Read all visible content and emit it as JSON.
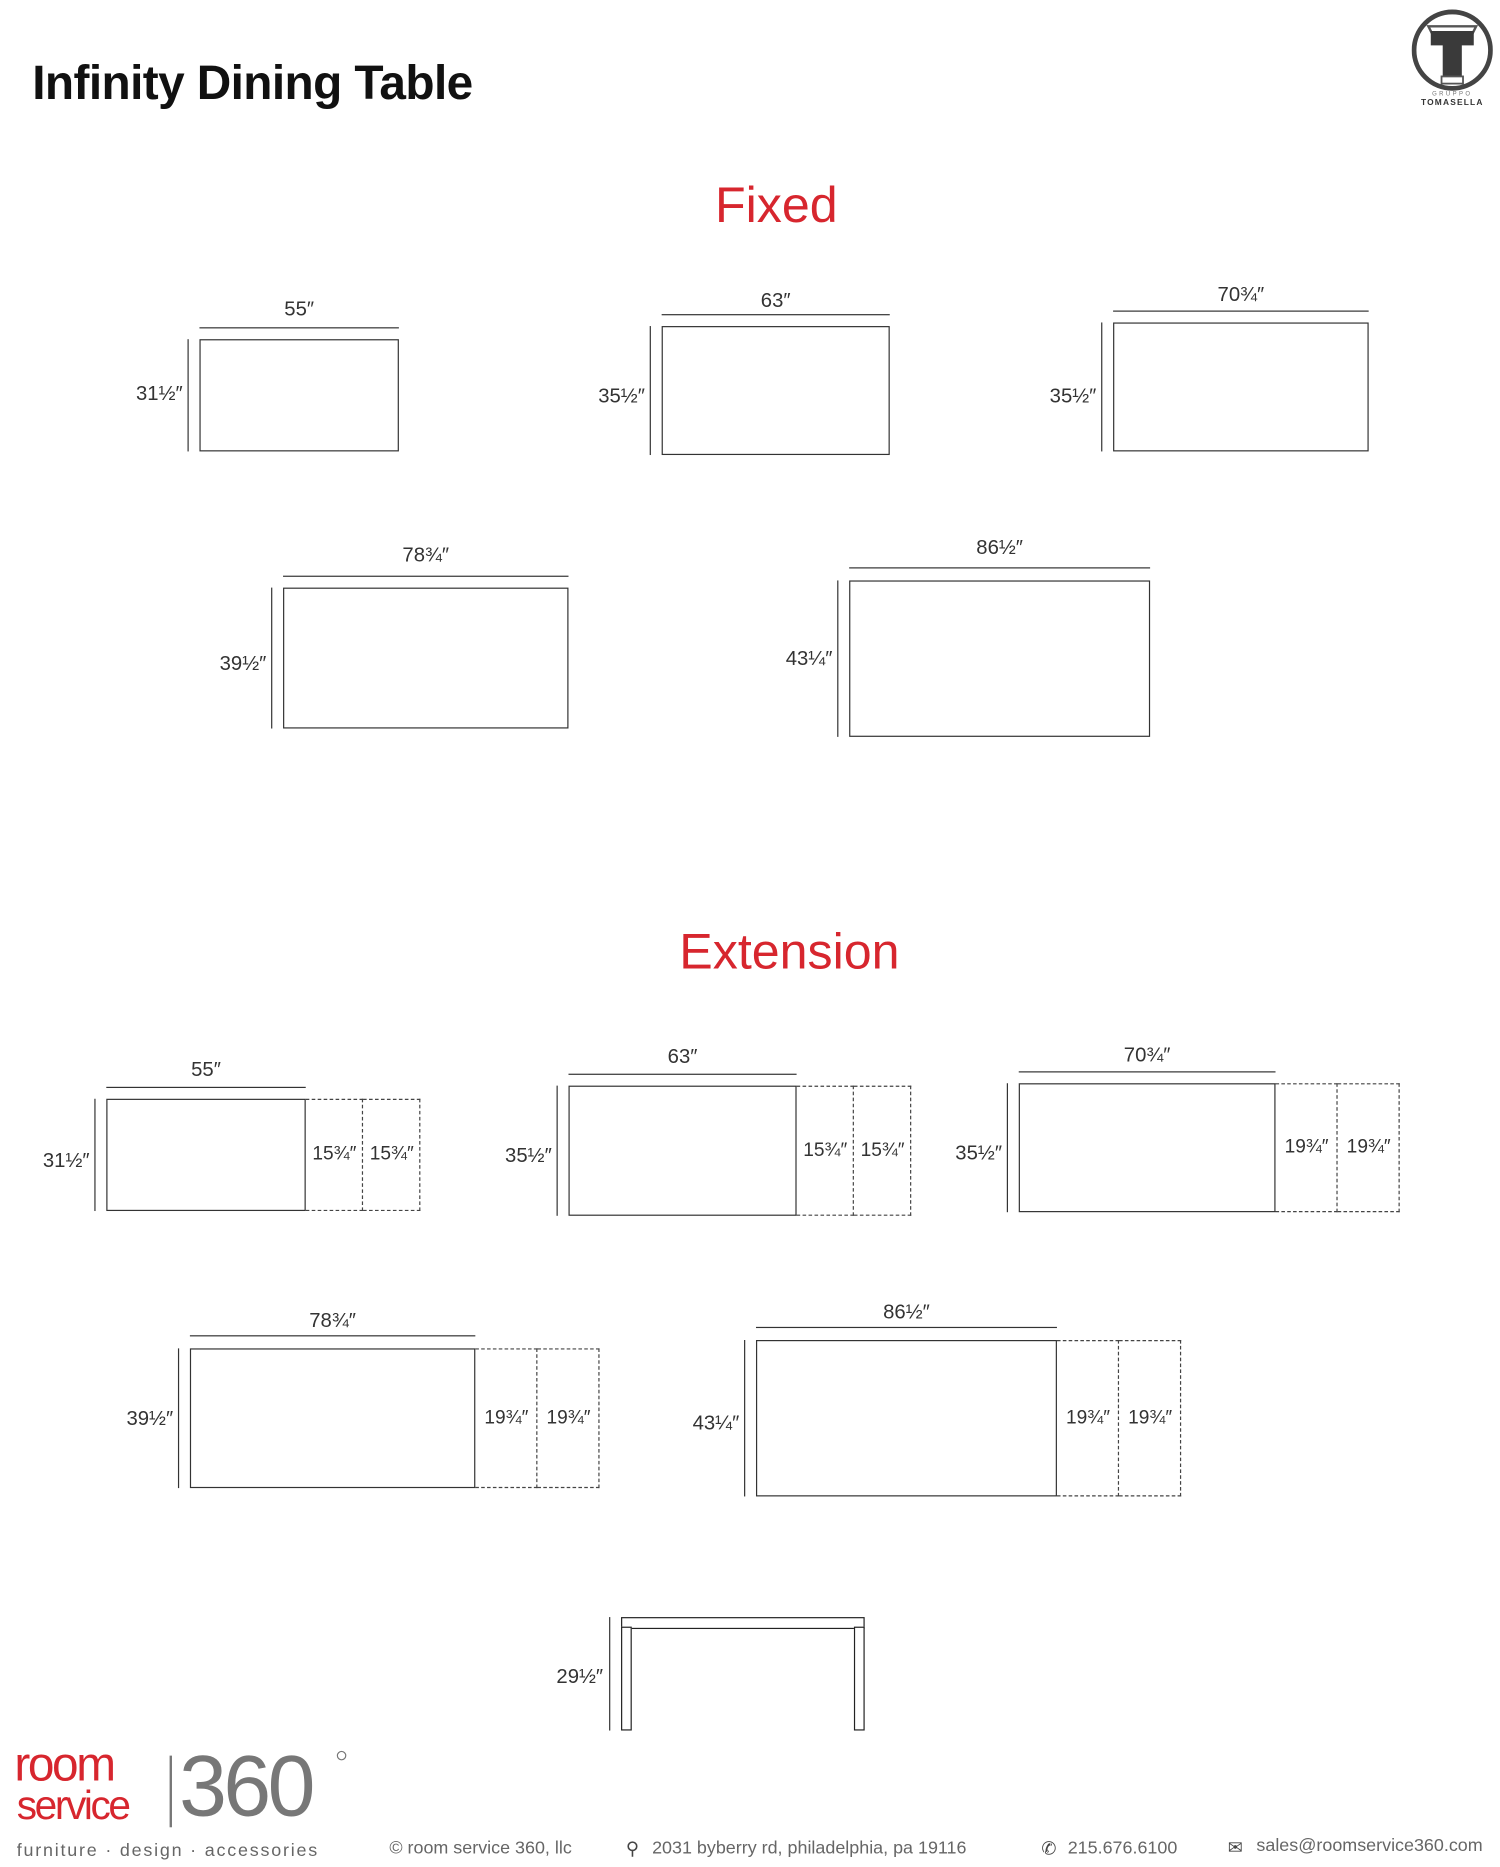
{
  "title": "Infinity Dining Table",
  "brand_logo": {
    "top": "GRUPPO",
    "name": "TOMASELLA",
    "letter": "T"
  },
  "sections": {
    "fixed": "Fixed",
    "extension": "Extension"
  },
  "fixed_tables": [
    {
      "length": "55″",
      "width": "31½″"
    },
    {
      "length": "63″",
      "width": "35½″"
    },
    {
      "length": "70¾″",
      "width": "35½″"
    },
    {
      "length": "78¾″",
      "width": "39½″"
    },
    {
      "length": "86½″",
      "width": "43¼″"
    }
  ],
  "extension_tables": [
    {
      "length": "55″",
      "width": "31½″",
      "extensions": [
        "15¾″",
        "15¾″"
      ]
    },
    {
      "length": "63″",
      "width": "35½″",
      "extensions": [
        "15¾″",
        "15¾″"
      ]
    },
    {
      "length": "70¾″",
      "width": "35½″",
      "extensions": [
        "19¾″",
        "19¾″"
      ]
    },
    {
      "length": "78¾″",
      "width": "39½″",
      "extensions": [
        "19¾″",
        "19¾″"
      ]
    },
    {
      "length": "86½″",
      "width": "43¼″",
      "extensions": [
        "19¾″",
        "19¾″"
      ]
    }
  ],
  "side_view": {
    "height": "29½″"
  },
  "footer": {
    "logo_room": "room",
    "logo_service": "service",
    "logo_360": "360",
    "tagline": "furniture  ·  design  ·  accessories",
    "copyright": "© room service 360, llc",
    "address": "2031 byberry rd, philadelphia, pa 19116",
    "phone": "215.676.6100",
    "email": "sales@roomservice360.com"
  }
}
